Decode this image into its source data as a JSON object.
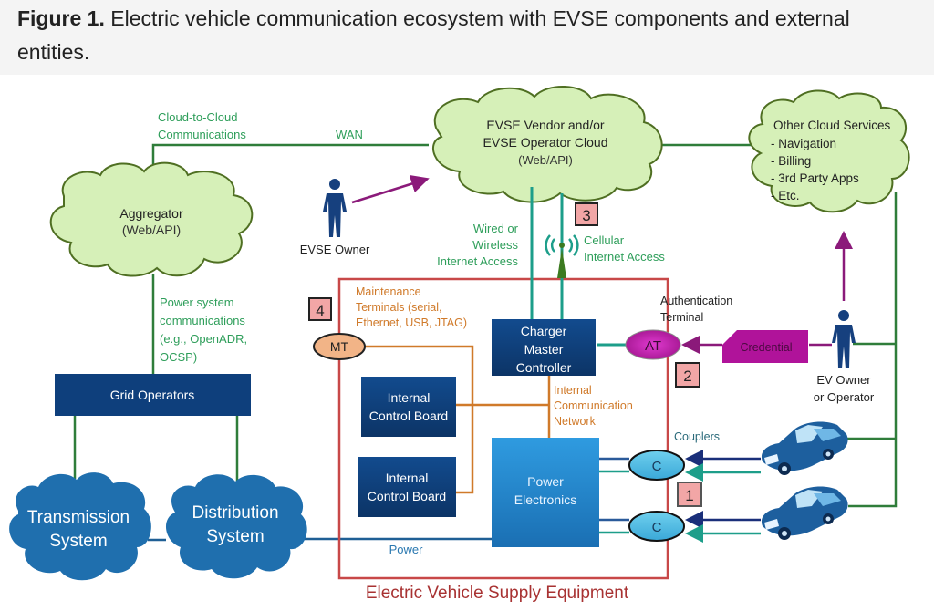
{
  "caption": {
    "label": "Figure 1.",
    "text": " Electric vehicle communication ecosystem with EVSE components and external entities."
  },
  "colors": {
    "cloud_fill": "#d6f0b8",
    "cloud_stroke": "#5a7a2a",
    "comm_green": "#2e8b57",
    "line_green": "#2f7d3a",
    "teal": "#1d9e8a",
    "navy_box": "#0e3f7c",
    "power_blue": "#2a8fd6",
    "orange": "#d07a2a",
    "magenta": "#b0139a",
    "evse_border": "#c84848",
    "badge_fill": "#f2a6a6"
  },
  "clouds": {
    "aggregator": {
      "line1": "Aggregator",
      "line2": "(Web/API)"
    },
    "vendor": {
      "line1": "EVSE Vendor and/or",
      "line2": "EVSE Operator Cloud",
      "line3": "(Web/API)"
    },
    "other": {
      "title": "Other Cloud Services",
      "items": [
        "- Navigation",
        "- Billing",
        "- 3rd Party Apps",
        "- Etc."
      ]
    },
    "transmission": {
      "line1": "Transmission",
      "line2": "System"
    },
    "distribution": {
      "line1": "Distribution",
      "line2": "System"
    }
  },
  "labels": {
    "cloud_to_cloud_1": "Cloud-to-Cloud",
    "cloud_to_cloud_2": "Communications",
    "wan": "WAN",
    "power_sys_1": "Power system",
    "power_sys_2": "communications",
    "power_sys_3": "(e.g., OpenADR,",
    "power_sys_4": "OCSP)",
    "wired_1": "Wired or",
    "wired_2": "Wireless",
    "wired_3": "Internet Access",
    "cellular_1": "Cellular",
    "cellular_2": "Internet Access",
    "maint_1": "Maintenance",
    "maint_2": "Terminals (serial,",
    "maint_3": "Ethernet, USB, JTAG)",
    "auth_1": "Authentication",
    "auth_2": "Terminal",
    "icn_1": "Internal",
    "icn_2": "Communication",
    "icn_3": "Network",
    "couplers": "Couplers",
    "power": "Power",
    "evse": "Electric Vehicle Supply Equipment",
    "evse_owner": "EVSE Owner",
    "ev_owner_1": "EV Owner",
    "ev_owner_2": "or Operator",
    "credential": "Credential"
  },
  "boxes": {
    "grid_operators": "Grid Operators",
    "cmc_1": "Charger",
    "cmc_2": "Master",
    "cmc_3": "Controller",
    "icb_1": "Internal",
    "icb_2": "Control Board",
    "pe_1": "Power",
    "pe_2": "Electronics"
  },
  "ovals": {
    "mt": "MT",
    "at": "AT",
    "c": "C"
  },
  "badges": {
    "b1": "1",
    "b2": "2",
    "b3": "3",
    "b4": "4"
  }
}
